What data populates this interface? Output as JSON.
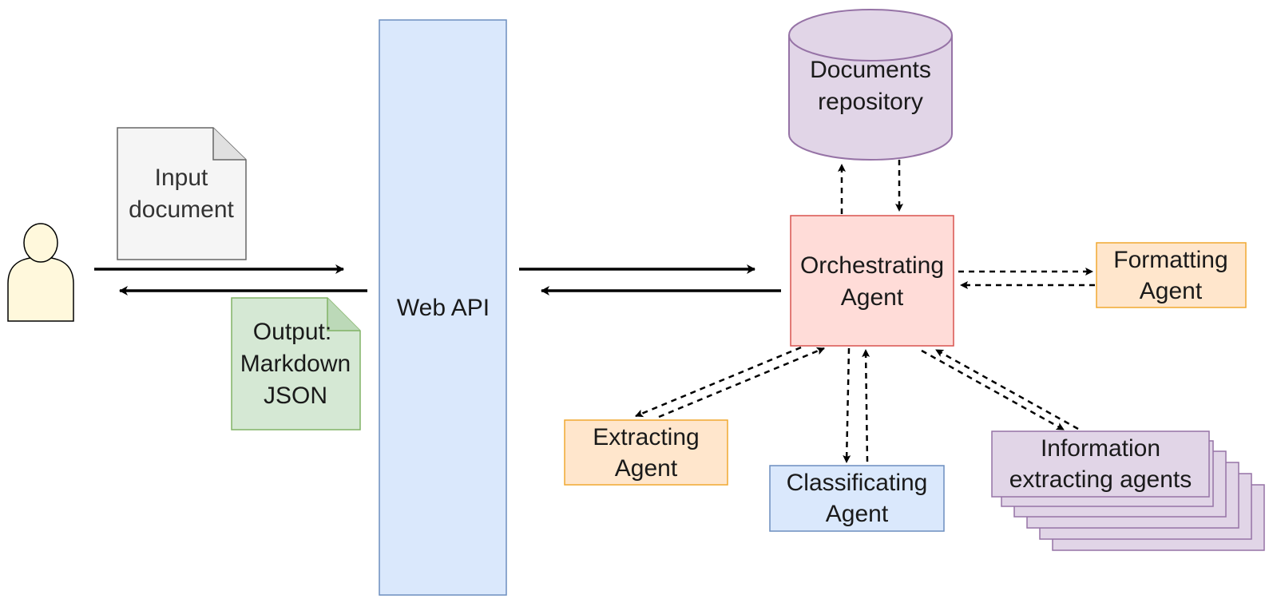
{
  "nodes": {
    "user": {
      "label": ""
    },
    "input_document": {
      "lines": [
        "Input",
        "document"
      ]
    },
    "output_document": {
      "lines": [
        "Output:",
        "Markdown",
        "JSON"
      ]
    },
    "web_api": {
      "label": "Web API"
    },
    "documents_repository": {
      "lines": [
        "Documents",
        "repository"
      ]
    },
    "orchestrating_agent": {
      "lines": [
        "Orchestrating",
        "Agent"
      ]
    },
    "formatting_agent": {
      "lines": [
        "Formatting",
        "Agent"
      ]
    },
    "extracting_agent": {
      "lines": [
        "Extracting",
        "Agent"
      ]
    },
    "classificating_agent": {
      "lines": [
        "Classificating",
        "Agent"
      ]
    },
    "information_extracting_agents": {
      "lines": [
        "Information",
        "extracting agents"
      ]
    }
  },
  "edges": [
    {
      "from": "user",
      "to": "web_api",
      "style": "solid"
    },
    {
      "from": "web_api",
      "to": "user",
      "style": "solid"
    },
    {
      "from": "web_api",
      "to": "orchestrating_agent",
      "style": "solid"
    },
    {
      "from": "orchestrating_agent",
      "to": "web_api",
      "style": "solid"
    },
    {
      "from": "orchestrating_agent",
      "to": "documents_repository",
      "style": "dashed"
    },
    {
      "from": "documents_repository",
      "to": "orchestrating_agent",
      "style": "dashed"
    },
    {
      "from": "orchestrating_agent",
      "to": "formatting_agent",
      "style": "dashed"
    },
    {
      "from": "formatting_agent",
      "to": "orchestrating_agent",
      "style": "dashed"
    },
    {
      "from": "orchestrating_agent",
      "to": "extracting_agent",
      "style": "dashed"
    },
    {
      "from": "extracting_agent",
      "to": "orchestrating_agent",
      "style": "dashed"
    },
    {
      "from": "orchestrating_agent",
      "to": "classificating_agent",
      "style": "dashed"
    },
    {
      "from": "classificating_agent",
      "to": "orchestrating_agent",
      "style": "dashed"
    },
    {
      "from": "orchestrating_agent",
      "to": "information_extracting_agents",
      "style": "dashed"
    },
    {
      "from": "information_extracting_agents",
      "to": "orchestrating_agent",
      "style": "dashed"
    }
  ],
  "colors": {
    "user_fill": "#fff8dc",
    "input_doc_fill": "#f5f5f5",
    "input_doc_stroke": "#666666",
    "output_doc_fill": "#d5e8d4",
    "output_doc_stroke": "#82b366",
    "web_api_fill": "#dae8fc",
    "web_api_stroke": "#6c8ebf",
    "repository_fill": "#e1d5e7",
    "repository_stroke": "#9673a6",
    "orchestrating_fill": "#ffdcd8",
    "orchestrating_stroke": "#d9534f",
    "agent_orange_fill": "#ffe6cc",
    "agent_orange_stroke": "#f0a830",
    "classificating_fill": "#dae8fc",
    "classificating_stroke": "#6c8ebf",
    "info_agents_fill": "#e1d5e7",
    "info_agents_stroke": "#9673a6"
  }
}
